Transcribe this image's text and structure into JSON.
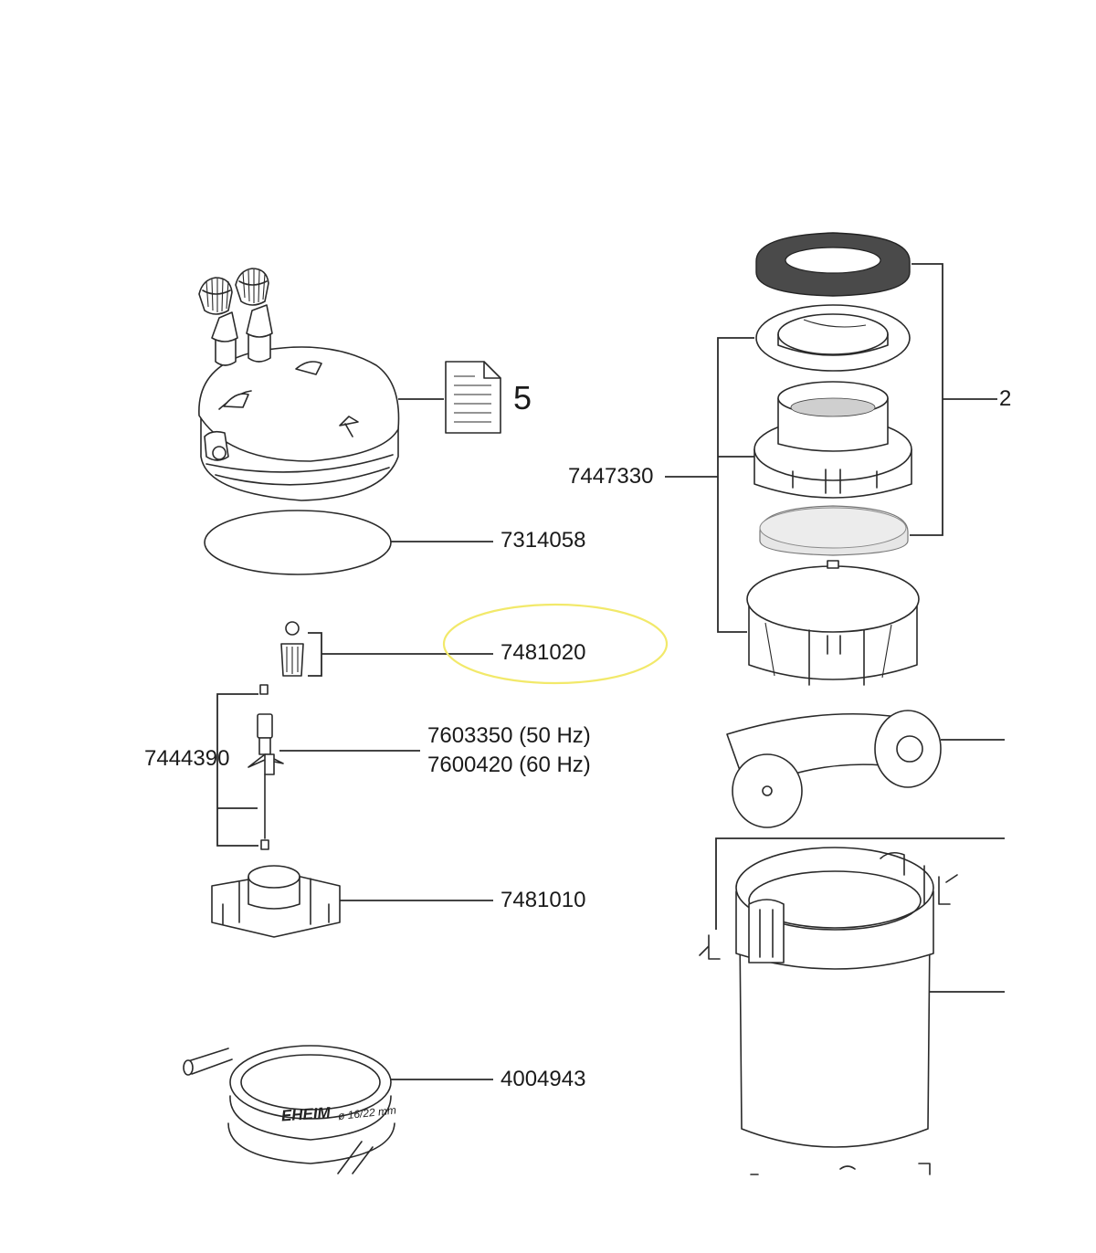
{
  "diagram": {
    "part_numbers": {
      "gasket": "7314058",
      "highlighted": "7481020",
      "hz50": "7603350 (50 Hz)",
      "hz60": "7600420 (60 Hz)",
      "impeller": "7444390",
      "holder": "7481010",
      "hose": "4004943",
      "filter_set": "7447330"
    },
    "doc_ref": "5",
    "hose_brand": "EHEIM",
    "hose_marking": "ø 16/22 mm",
    "cut_label": "2",
    "highlight_color": "#f2e96a"
  }
}
